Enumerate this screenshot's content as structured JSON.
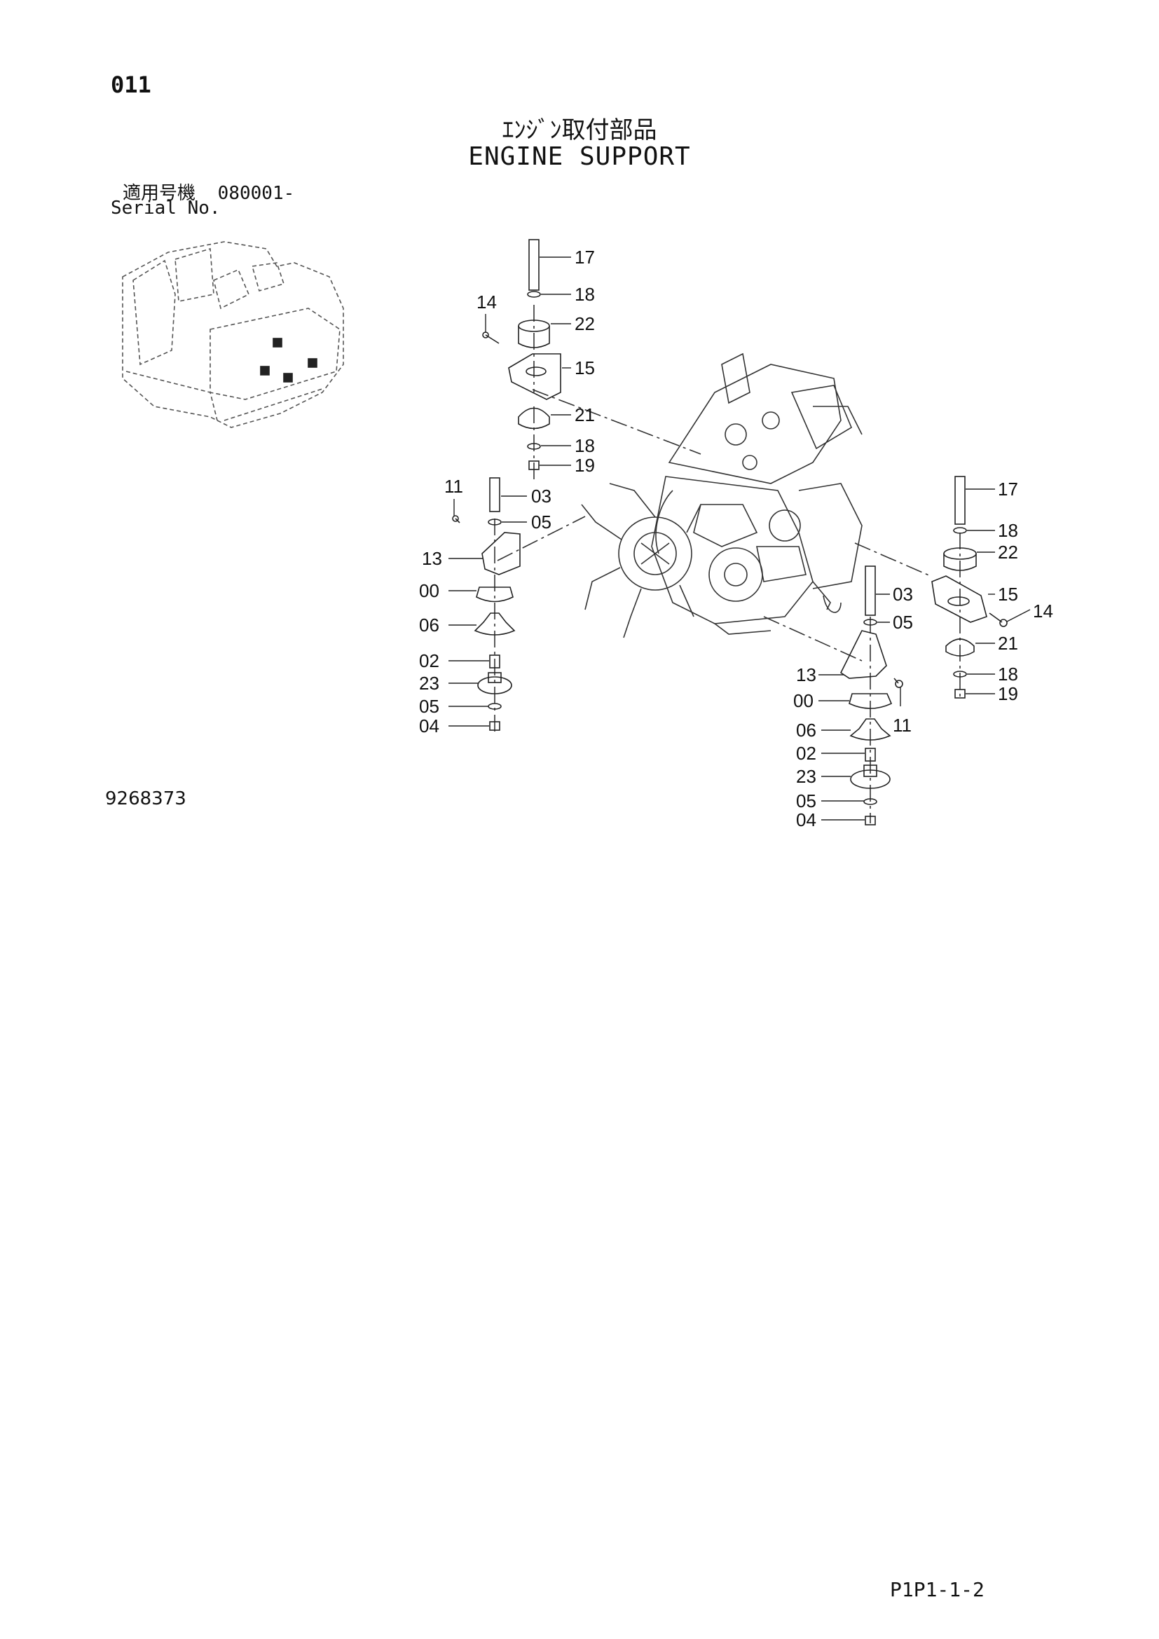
{
  "header": {
    "section_number": "011",
    "title_jp": "ｴﾝｼﾞﾝ取付部品",
    "title_en": "ENGINE SUPPORT",
    "serial_label_jp": "適用号機",
    "serial_value": "080001-",
    "serial_label_en": "Serial No."
  },
  "footer": {
    "drawing_number": "9268373",
    "page_code": "P1P1-1-2"
  },
  "callouts": {
    "tl_17": "17",
    "tl_18a": "18",
    "tl_14": "14",
    "tl_22": "22",
    "tl_15": "15",
    "tl_21": "21",
    "tl_18b": "18",
    "tl_19": "19",
    "l_11": "11",
    "l_03": "03",
    "l_05a": "05",
    "l_13": "13",
    "l_00": "00",
    "l_06": "06",
    "l_02": "02",
    "l_23": "23",
    "l_05b": "05",
    "l_04": "04",
    "r_17": "17",
    "r_18a": "18",
    "r_22": "22",
    "r_15": "15",
    "r_14": "14",
    "r_21": "21",
    "r_18b": "18",
    "r_19": "19",
    "b_03": "03",
    "b_05a": "05",
    "b_13": "13",
    "b_00": "00",
    "b_11": "11",
    "b_06": "06",
    "b_02": "02",
    "b_23": "23",
    "b_05b": "05",
    "b_04": "04"
  }
}
